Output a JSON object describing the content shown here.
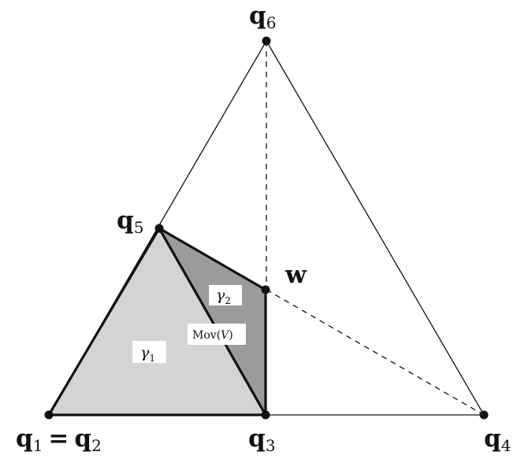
{
  "vertices": {
    "q1_q2": {
      "base_a": "q",
      "sub_a": "1",
      "eq": "=",
      "base_b": "q",
      "sub_b": "2"
    },
    "q3": {
      "base": "q",
      "sub": "3"
    },
    "q4": {
      "base": "q",
      "sub": "4"
    },
    "q5": {
      "base": "q",
      "sub": "5"
    },
    "q6": {
      "base": "q",
      "sub": "6"
    },
    "w": {
      "base": "w"
    }
  },
  "regions": {
    "gamma1": {
      "base": "γ",
      "sub": "1"
    },
    "gamma2": {
      "base": "γ",
      "sub": "2"
    },
    "mov": {
      "pre": "Mov(",
      "var": "V",
      "post": ")"
    }
  },
  "colors": {
    "line": "#111111",
    "gamma1_fill": "#d4d4d4",
    "gamma2_fill": "#9b9b9b",
    "label_bg": "#ffffff"
  }
}
